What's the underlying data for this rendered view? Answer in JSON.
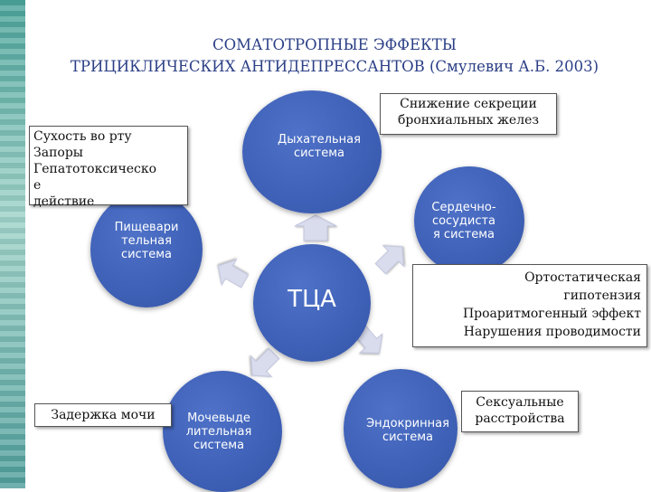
{
  "title": {
    "line1": "СОМАТОТРОПНЫЕ ЭФФЕКТЫ",
    "line2": "ТРИЦИКЛИЧЕСКИХ АНТИДЕПРЕССАНТОВ (Смулевич А.Б. 2003)"
  },
  "center": {
    "label": "ТЦА"
  },
  "systems": {
    "respiratory": {
      "line1": "Дыхательная",
      "line2": "система"
    },
    "cardio": {
      "line1": "Сердечно-",
      "line2": "сосудиста",
      "line3": "я система"
    },
    "endocrine": {
      "line1": "Эндокринная",
      "line2": "система"
    },
    "urinary": {
      "line1": "Мочевыде",
      "line2": "лительная",
      "line3": "система"
    },
    "digestive": {
      "line1": "Пищевари",
      "line2": "тельная",
      "line3": "система"
    }
  },
  "effects": {
    "digestive": {
      "line1": "Сухость во рту",
      "line2": "Запоры",
      "line3": "Гепатотоксическо",
      "line4": "е",
      "line5": "действие"
    },
    "respiratory": {
      "line1": "Снижение секреции",
      "line2": "бронхиальных желез"
    },
    "cardio": {
      "line1": "Ортостатическая",
      "line2": "гипотензия",
      "line3": "Проаритмогенный эффект",
      "line4": "Нарушения проводимости"
    },
    "urinary": {
      "line1": "Задержка мочи"
    },
    "endocrine": {
      "line1": "Сексуальные",
      "line2": "расстройства"
    }
  },
  "colors": {
    "circle": "#3e60b6",
    "title": "#2b3f86",
    "arrow": "#d9dcec"
  }
}
